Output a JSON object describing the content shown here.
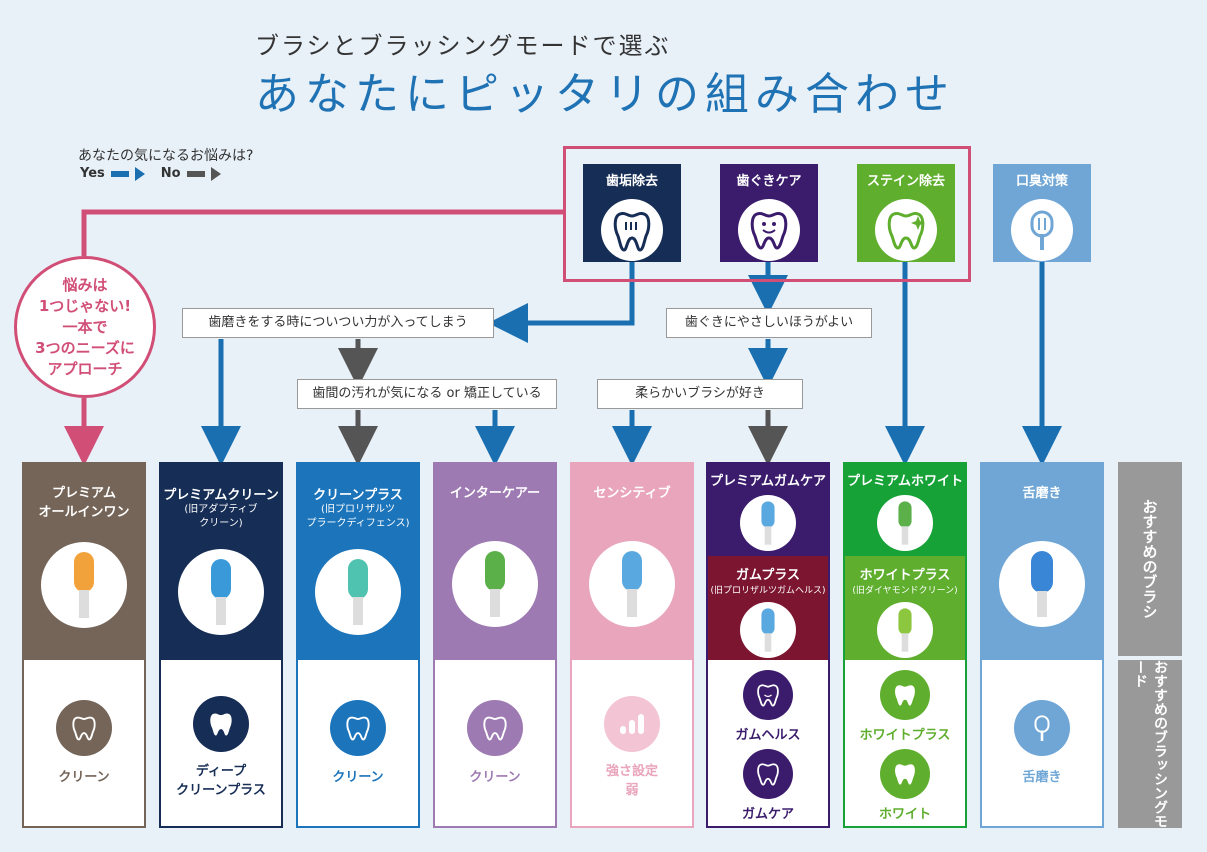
{
  "header": {
    "subtitle": "ブラシとブラッシングモードで選ぶ",
    "title": "あなたにピッタリの組み合わせ"
  },
  "legend": {
    "question": "あなたの気になるお悩みは?",
    "yes": "Yes",
    "no": "No",
    "yes_color": "#1a6fb0",
    "no_color": "#555555"
  },
  "concerns": [
    {
      "label": "歯垢除去",
      "color": "#162d55"
    },
    {
      "label": "歯ぐきケア",
      "color": "#3b1c6c"
    },
    {
      "label": "ステイン除去",
      "color": "#5fae2e"
    },
    {
      "label": "口臭対策",
      "color": "#6fa6d6"
    }
  ],
  "bubble": {
    "lines": [
      "悩みは",
      "1つじゃない!",
      "一本で",
      "3つのニーズに",
      "アプローチ"
    ]
  },
  "questions": {
    "q1": "歯磨きをする時についつい力が入ってしまう",
    "q2": "歯ぐきにやさしいほうがよい",
    "q3": "歯間の汚れが気になる or 矯正している",
    "q4": "柔らかいブラシが好き"
  },
  "side_labels": {
    "brush": "おすすめのブラシ",
    "mode": "おすすめのブラッシングモード"
  },
  "columns": [
    {
      "title1": "プレミアム",
      "title2": "オールインワン",
      "color": "#756558",
      "mode": "クリーン"
    },
    {
      "title1": "プレミアムクリーン",
      "sub1": "(旧アダプティブ",
      "sub2": "クリーン)",
      "color": "#162d55",
      "mode1": "ディープ",
      "mode2": "クリーンプラス"
    },
    {
      "title1": "クリーンプラス",
      "sub1": "(旧プロリザルツ",
      "sub2": "プラークディフェンス)",
      "color": "#1c74bb",
      "mode": "クリーン"
    },
    {
      "title1": "インターケアー",
      "color": "#9e7ab2",
      "mode": "クリーン"
    },
    {
      "title1": "センシティブ",
      "color": "#e9a5bb",
      "mode1": "強さ設定",
      "mode2": "弱"
    },
    {
      "title1": "プレミアムガムケア",
      "title2": "ガムプラス",
      "sub1": "(旧プロリザルツガムヘルス)",
      "color": "#3b1c6c",
      "color2": "#7b1530",
      "mode1": "ガムヘルス",
      "mode2": "ガムケア"
    },
    {
      "title1": "プレミアムホワイト",
      "title2": "ホワイトプラス",
      "sub1": "(旧ダイヤモンドクリーン)",
      "color": "#17a238",
      "color2": "#5fae2e",
      "mode1": "ホワイトプラス",
      "mode2": "ホワイト"
    },
    {
      "title1": "舌磨き",
      "color": "#6fa6d6",
      "mode": "舌磨き"
    }
  ]
}
